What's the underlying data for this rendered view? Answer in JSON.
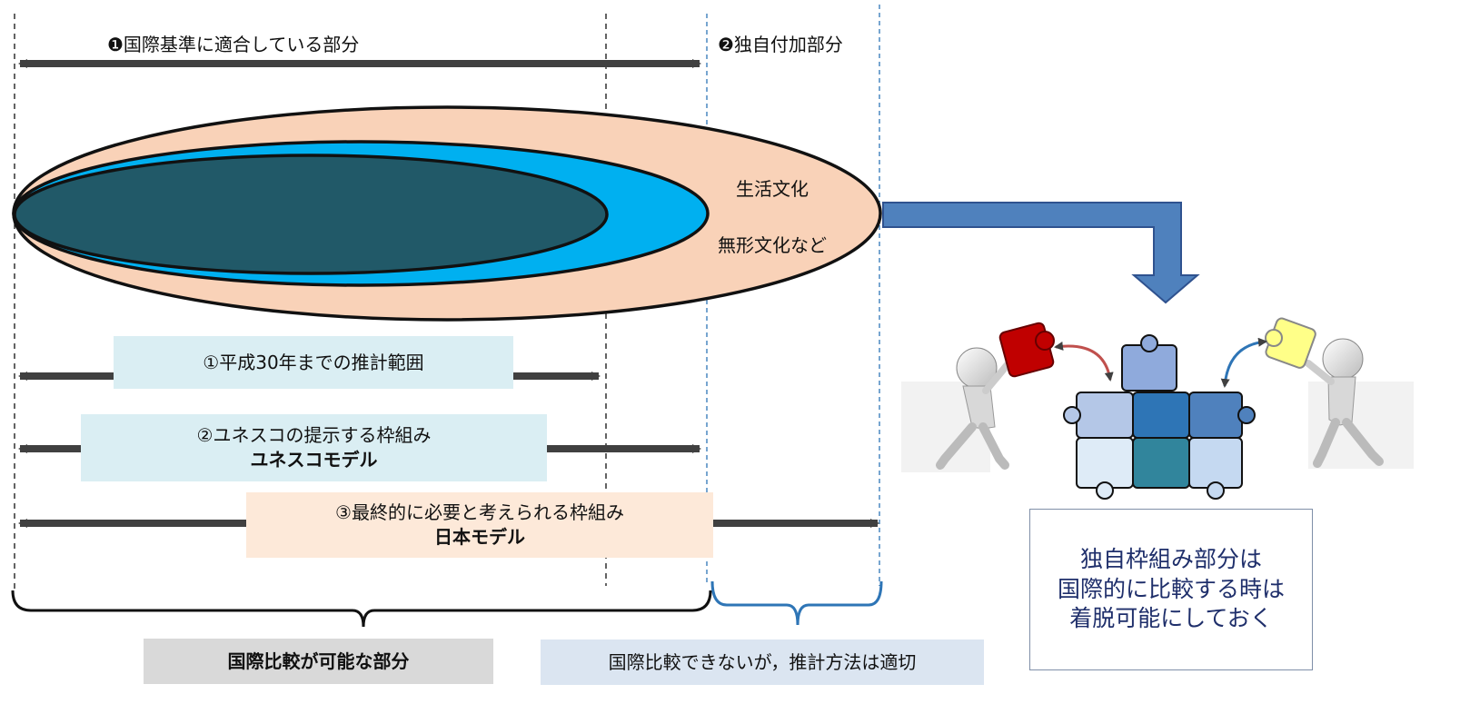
{
  "top": {
    "label1": "❶国際基準に適合している部分",
    "label2": "❷独自付加部分"
  },
  "ellipse": {
    "line1": "生活文化",
    "line2": "無形文化など"
  },
  "ranges": [
    {
      "text": "①平成30年までの推計範囲"
    },
    {
      "text": "②ユネスコの提示する枠組み",
      "bold": "ユネスコモデル"
    },
    {
      "text": "③最終的に必要と考えられる枠組み",
      "bold": "日本モデル"
    }
  ],
  "bottom": {
    "left": "国際比較が可能な部分",
    "right": "国際比較できないが，推計方法は適切"
  },
  "note": {
    "lines": [
      "独自枠組み部分は",
      "国際的に比較する時は",
      "着脱可能にしておく"
    ]
  },
  "colors": {
    "outer": "#f9d2b8",
    "middle": "#00b0f0",
    "inner": "#215968",
    "arrow": "#4f81bd",
    "label_box_blue": "#daeef3",
    "label_box_peach": "#fde9d9",
    "label_box_gray": "#d9d9d9",
    "label_box_lightblue": "#dbe5f1"
  }
}
